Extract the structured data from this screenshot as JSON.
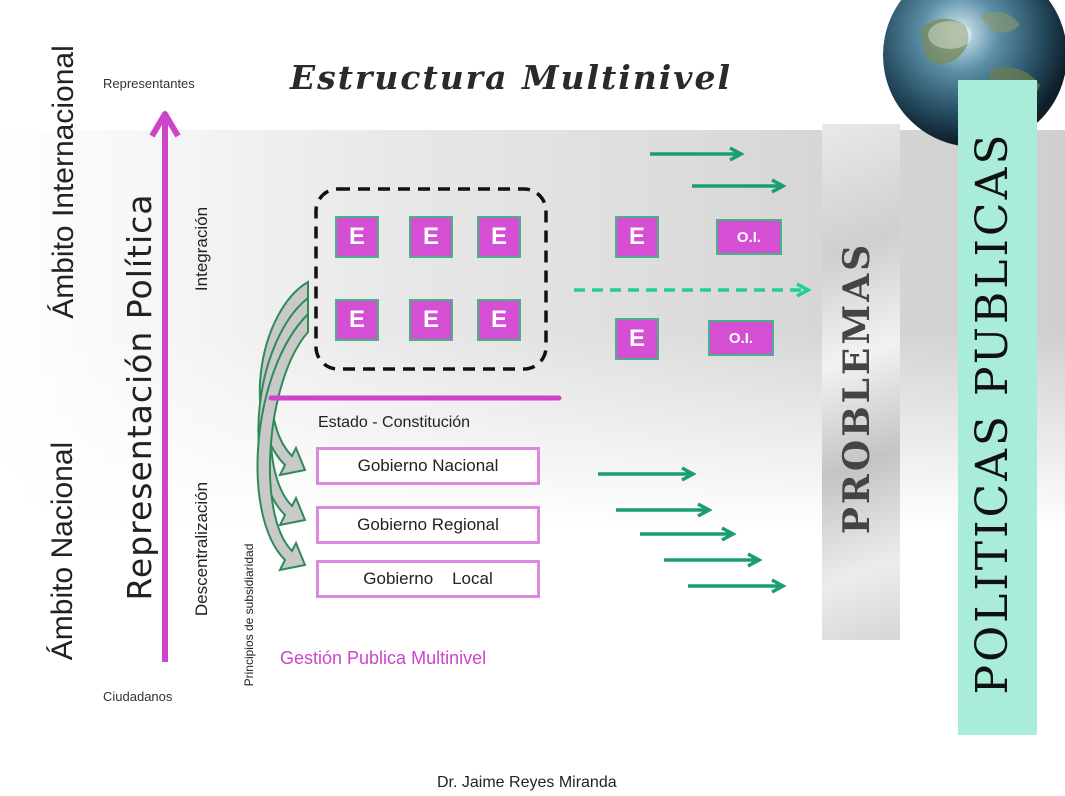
{
  "title": "Estructura Multinivel",
  "axis": {
    "top_label": "Representantes",
    "bottom_label": "Ciudadanos",
    "vertical_main": "Representación Política",
    "vertical_left_top": "Ámbito Internacional",
    "vertical_left_bottom": "Ámbito Nacional",
    "integration": "Integración",
    "decentralization": "Descentralización",
    "subsidiarity": "Principios de subsidiaridad"
  },
  "states_group": [
    "E",
    "E",
    "E",
    "E",
    "E",
    "E"
  ],
  "external": {
    "e_top": "E",
    "e_bottom": "E",
    "oi_top": "O.I.",
    "oi_bottom": "O.I."
  },
  "estado_label": "Estado - Constitución",
  "governments": [
    "Gobierno Nacional",
    "Gobierno Regional",
    "Gobierno    Local"
  ],
  "gestion_label": "Gestión Publica Multinivel",
  "problemas": "PROBLEMAS",
  "politicas": "POLITICAS PUBLICAS",
  "footer": "Dr. Jaime Reyes Miranda",
  "colors": {
    "magenta": "#cc44cc",
    "green_arrow": "#1a9e6e",
    "dashed_arrow": "#1fcf96",
    "politicas_bg": "#a9ecd9"
  }
}
